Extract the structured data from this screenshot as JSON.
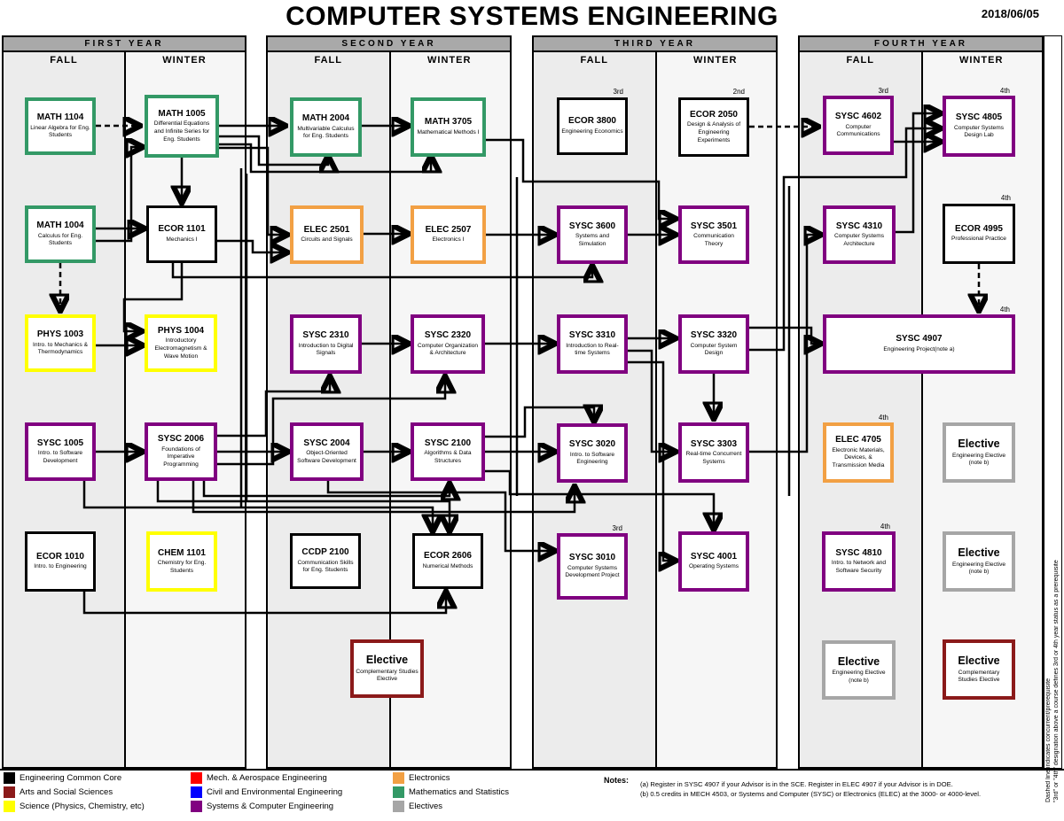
{
  "header": {
    "title": "COMPUTER SYSTEMS ENGINEERING",
    "date": "2018/06/05"
  },
  "years": [
    {
      "label": "FIRST YEAR",
      "terms": [
        "FALL",
        "WINTER"
      ],
      "courses": [
        {
          "code": "MATH 1104",
          "title": "Linear Algebra for Eng. Students",
          "category": "math",
          "term": "FALL"
        },
        {
          "code": "MATH 1005",
          "title": "Differential Equations and Infinite Series for Eng. Students",
          "category": "math",
          "term": "WINTER"
        },
        {
          "code": "MATH 1004",
          "title": "Calculus for Eng. Students",
          "category": "math",
          "term": "FALL"
        },
        {
          "code": "ECOR 1101",
          "title": "Mechanics I",
          "category": "core",
          "term": "WINTER"
        },
        {
          "code": "PHYS 1003",
          "title": "Intro. to Mechanics & Thermodynamics",
          "category": "science",
          "term": "FALL"
        },
        {
          "code": "PHYS 1004",
          "title": "Introductory Electromagnetism & Wave Motion",
          "category": "science",
          "term": "WINTER"
        },
        {
          "code": "SYSC 1005",
          "title": "Intro. to Software Development",
          "category": "sysc",
          "term": "FALL"
        },
        {
          "code": "SYSC 2006",
          "title": "Foundations of Imperative Programming",
          "category": "sysc",
          "term": "WINTER"
        },
        {
          "code": "ECOR 1010",
          "title": "Intro. to Engineering",
          "category": "core",
          "term": "FALL"
        },
        {
          "code": "CHEM 1101",
          "title": "Chemistry for Eng. Students",
          "category": "science",
          "term": "WINTER"
        }
      ]
    },
    {
      "label": "SECOND YEAR",
      "terms": [
        "FALL",
        "WINTER"
      ],
      "courses": [
        {
          "code": "MATH 2004",
          "title": "Multivariable Calculus for Eng. Students",
          "category": "math",
          "term": "FALL"
        },
        {
          "code": "MATH 3705",
          "title": "Mathematical Methods I",
          "category": "math",
          "term": "WINTER"
        },
        {
          "code": "ELEC 2501",
          "title": "Circuits and Signals",
          "category": "elec",
          "term": "FALL"
        },
        {
          "code": "ELEC 2507",
          "title": "Electronics I",
          "category": "elec",
          "term": "WINTER"
        },
        {
          "code": "SYSC 2310",
          "title": "Introduction to Digital Signals",
          "category": "sysc",
          "term": "FALL"
        },
        {
          "code": "SYSC 2320",
          "title": "Computer Organization & Architecture",
          "category": "sysc",
          "term": "WINTER"
        },
        {
          "code": "SYSC 2004",
          "title": "Object-Oriented Software Development",
          "category": "sysc",
          "term": "FALL"
        },
        {
          "code": "SYSC 2100",
          "title": "Algorithms & Data Structures",
          "category": "sysc",
          "term": "WINTER"
        },
        {
          "code": "CCDP 2100",
          "title": "Communication Skills for Eng. Students",
          "category": "core",
          "term": "FALL"
        },
        {
          "code": "ECOR 2606",
          "title": "Numerical Methods",
          "category": "core",
          "term": "WINTER"
        },
        {
          "code": "Elective",
          "title": "Complementary Studies Elective",
          "category": "arts",
          "term": "WINTER"
        }
      ]
    },
    {
      "label": "THIRD YEAR",
      "terms": [
        "FALL",
        "WINTER"
      ],
      "courses": [
        {
          "code": "ECOR 3800",
          "title": "Engineering Economics",
          "category": "core",
          "term": "FALL",
          "badge": "3rd"
        },
        {
          "code": "ECOR 2050",
          "title": "Design & Analysis of Engineering Experiments",
          "category": "core",
          "term": "WINTER",
          "badge": "2nd"
        },
        {
          "code": "SYSC 3600",
          "title": "Systems and Simulation",
          "category": "sysc",
          "term": "FALL"
        },
        {
          "code": "SYSC 3501",
          "title": "Communication Theory",
          "category": "sysc",
          "term": "WINTER"
        },
        {
          "code": "SYSC 3310",
          "title": "Introduction to Real-time Systems",
          "category": "sysc",
          "term": "FALL"
        },
        {
          "code": "SYSC 3320",
          "title": "Computer System Design",
          "category": "sysc",
          "term": "WINTER"
        },
        {
          "code": "SYSC 3020",
          "title": "Intro. to Software Engineering",
          "category": "sysc",
          "term": "FALL"
        },
        {
          "code": "SYSC 3303",
          "title": "Real-time Concurrent Systems",
          "category": "sysc",
          "term": "WINTER"
        },
        {
          "code": "SYSC 3010",
          "title": "Computer Systems Development Project",
          "category": "sysc",
          "term": "FALL",
          "badge": "3rd"
        },
        {
          "code": "SYSC 4001",
          "title": "Operating Systems",
          "category": "sysc",
          "term": "WINTER"
        }
      ]
    },
    {
      "label": "FOURTH YEAR",
      "terms": [
        "FALL",
        "WINTER"
      ],
      "courses": [
        {
          "code": "SYSC 4602",
          "title": "Computer Communications",
          "category": "sysc",
          "term": "FALL",
          "badge": "3rd"
        },
        {
          "code": "SYSC 4805",
          "title": "Computer Systems Design Lab",
          "category": "sysc",
          "term": "WINTER",
          "badge": "4th"
        },
        {
          "code": "SYSC 4310",
          "title": "Computer Systems Architecture",
          "category": "sysc",
          "term": "FALL"
        },
        {
          "code": "ECOR 4995",
          "title": "Professional Practice",
          "category": "core",
          "term": "WINTER",
          "badge": "4th"
        },
        {
          "code": "SYSC 4907",
          "title": "Engineering Project(note a)",
          "category": "sysc",
          "term": "FALL",
          "badge": "4th"
        },
        {
          "code": "ELEC 4705",
          "title": "Electronic Materials, Devices, & Transmission Media",
          "category": "elec",
          "term": "FALL",
          "badge": "4th"
        },
        {
          "code": "Elective",
          "title": "Engineering Elective (note b)",
          "category": "electives",
          "term": "WINTER"
        },
        {
          "code": "SYSC 4810",
          "title": "Intro. to Network and Software Security",
          "category": "sysc",
          "term": "FALL",
          "badge": "4th"
        },
        {
          "code": "Elective",
          "title": "Engineering Elective (note b)",
          "category": "electives",
          "term": "WINTER"
        },
        {
          "code": "Elective",
          "title": "Engineering Elective (note b)",
          "category": "electives",
          "term": "FALL"
        },
        {
          "code": "Elective",
          "title": "Complementary Studies Elective",
          "category": "arts",
          "term": "WINTER"
        }
      ]
    }
  ],
  "legend": {
    "items": [
      {
        "label": "Engineering Common Core",
        "color": "#000000"
      },
      {
        "label": "Arts and Social Sciences",
        "color": "#8b1a1a"
      },
      {
        "label": "Science (Physics, Chemistry, etc)",
        "color": "#ffff00"
      },
      {
        "label": "Mech. & Aerospace Engineering",
        "color": "#ff0000"
      },
      {
        "label": "Civil and Environmental Engineering",
        "color": "#0000ff"
      },
      {
        "label": "Systems & Computer Engineering",
        "color": "#800080"
      },
      {
        "label": "Electronics",
        "color": "#f2a044"
      },
      {
        "label": "Mathematics and Statistics",
        "color": "#339966"
      },
      {
        "label": "Electives",
        "color": "#a6a6a6"
      }
    ]
  },
  "notes": {
    "label": "Notes:",
    "lines": [
      "(a) Register in SYSC 4907 if your Advisor is in the SCE. Register in ELEC 4907 if your Advisor is in DOE.",
      "(b) 0.5 credits in MECH 4503, or Systems and Computer (SYSC) or Electronics (ELEC) at the 3000- or 4000-level."
    ]
  },
  "side_notes": [
    "Dashed line indicates concurrent/prerequisite",
    "\"3rd\" or \"4th\" designation above a course defines 3rd or 4th year status as a prerequisite"
  ],
  "edges": [
    {
      "from": "MATH 1104",
      "to": "MATH 1005",
      "style": "dashed"
    },
    {
      "from": "MATH 1004",
      "to": "PHYS 1003",
      "style": "dashed"
    },
    {
      "from": "ECOR 2050",
      "to": "SYSC 4602",
      "style": "dashed"
    },
    {
      "from": "ECOR 4995",
      "to": "SYSC 4907",
      "style": "dashed"
    },
    {
      "from": "MATH 1005",
      "to": "MATH 2004",
      "style": "solid"
    },
    {
      "from": "MATH 1005",
      "to": "MATH 3705",
      "style": "solid"
    },
    {
      "from": "MATH 1004",
      "to": "ECOR 1101",
      "style": "solid"
    },
    {
      "from": "MATH 1004",
      "to": "MATH 1005",
      "style": "solid"
    },
    {
      "from": "MATH 1005",
      "to": "ECOR 1101",
      "style": "solid"
    },
    {
      "from": "MATH 1005",
      "to": "ELEC 2501",
      "style": "solid"
    },
    {
      "from": "ECOR 1101",
      "to": "ELEC 2501",
      "style": "solid"
    },
    {
      "from": "PHYS 1003",
      "to": "PHYS 1004",
      "style": "solid"
    },
    {
      "from": "ECOR 1101",
      "to": "PHYS 1004",
      "style": "solid"
    },
    {
      "from": "SYSC 1005",
      "to": "SYSC 2006",
      "style": "solid"
    },
    {
      "from": "SYSC 2006",
      "to": "SYSC 2310",
      "style": "solid"
    },
    {
      "from": "SYSC 2006",
      "to": "SYSC 2004",
      "style": "solid"
    },
    {
      "from": "SYSC 2004",
      "to": "SYSC 2100",
      "style": "solid"
    },
    {
      "from": "SYSC 2310",
      "to": "SYSC 2320",
      "style": "solid"
    },
    {
      "from": "SYSC 2006",
      "to": "SYSC 2320",
      "style": "solid"
    },
    {
      "from": "SYSC 2006",
      "to": "SYSC 2100",
      "style": "solid"
    },
    {
      "from": "SYSC 2006",
      "to": "ECOR 2606",
      "style": "solid"
    },
    {
      "from": "SYSC 1005",
      "to": "ECOR 2606",
      "style": "solid"
    },
    {
      "from": "ECOR 1010",
      "to": "ECOR 2606",
      "style": "solid"
    },
    {
      "from": "ELEC 2501",
      "to": "ELEC 2507",
      "style": "solid"
    },
    {
      "from": "MATH 2004",
      "to": "MATH 3705",
      "style": "solid"
    },
    {
      "from": "MATH 3705",
      "to": "SYSC 3501",
      "style": "solid"
    },
    {
      "from": "ELEC 2507",
      "to": "SYSC 3600",
      "style": "solid"
    },
    {
      "from": "SYSC 3600",
      "to": "SYSC 3501",
      "style": "solid"
    },
    {
      "from": "ECOR 1101",
      "to": "SYSC 3600",
      "style": "solid"
    },
    {
      "from": "SYSC 2320",
      "to": "SYSC 3310",
      "style": "solid"
    },
    {
      "from": "SYSC 3310",
      "to": "SYSC 3320",
      "style": "solid"
    },
    {
      "from": "SYSC 3310",
      "to": "SYSC 3303",
      "style": "solid"
    },
    {
      "from": "SYSC 3310",
      "to": "SYSC 4001",
      "style": "solid"
    },
    {
      "from": "SYSC 3320",
      "to": "SYSC 3303",
      "style": "solid"
    },
    {
      "from": "SYSC 2100",
      "to": "SYSC 3020",
      "style": "solid"
    },
    {
      "from": "SYSC 2100",
      "to": "SYSC 4001",
      "style": "solid"
    },
    {
      "from": "SYSC 2006",
      "to": "SYSC 3020",
      "style": "solid"
    },
    {
      "from": "SYSC 2004",
      "to": "SYSC 3010",
      "style": "solid"
    },
    {
      "from": "SYSC 3303",
      "to": "SYSC 4310",
      "style": "solid"
    },
    {
      "from": "SYSC 4310",
      "to": "SYSC 4805",
      "style": "solid"
    },
    {
      "from": "SYSC 3320",
      "to": "SYSC 4805",
      "style": "solid"
    },
    {
      "from": "SYSC 4602",
      "to": "SYSC 4805",
      "style": "solid"
    },
    {
      "from": "SYSC 3320",
      "to": "SYSC 4907",
      "style": "solid"
    }
  ]
}
